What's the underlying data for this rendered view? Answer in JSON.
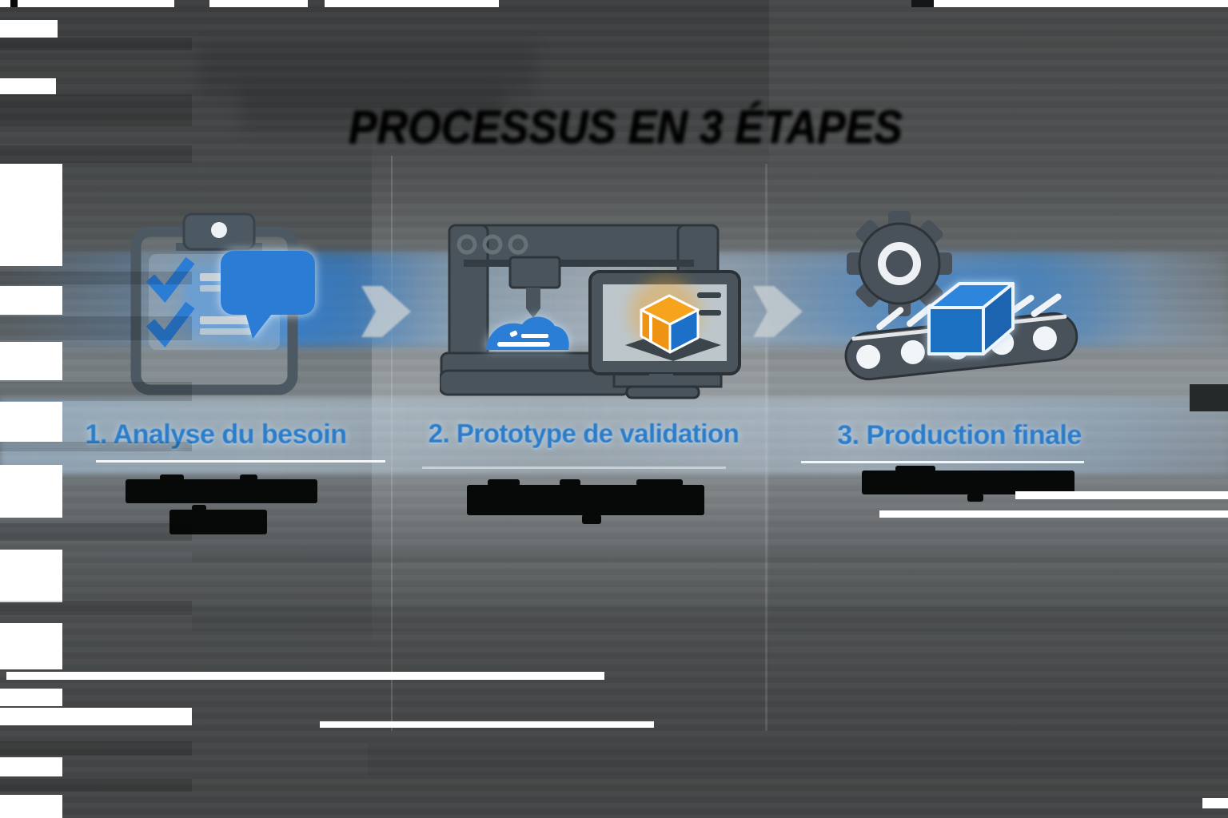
{
  "title": {
    "text": "PROCESSUS EN 3 ÉTAPES"
  },
  "steps": [
    {
      "label": "1. Analyse du besoin",
      "icon": "clipboard-checklist-speech-bubble-icon",
      "subtitle": {
        "legible": false,
        "lines": 2
      }
    },
    {
      "label": "2. Prototype de validation",
      "icon": "printer-3d-monitor-icon",
      "subtitle": {
        "legible": false,
        "lines": 1
      }
    },
    {
      "label": "3. Production finale",
      "icon": "gear-conveyor-box-icon",
      "subtitle": {
        "legible": false,
        "lines": 1
      }
    }
  ],
  "connectors": [
    {
      "icon": "arrow-right-icon"
    },
    {
      "icon": "arrow-right-icon"
    }
  ],
  "colors": {
    "accent_blue": "#2b7cc9",
    "icon_slate": "#49545c",
    "highlight_orange": "#f4a11c",
    "band_blue": "#3f86d2",
    "background_dark": "#434546",
    "glitch_white": "#ffffff",
    "text_black": "#0b0c0d"
  }
}
